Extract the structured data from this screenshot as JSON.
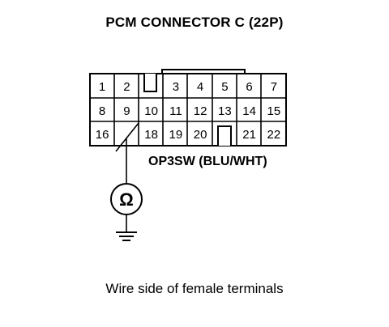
{
  "header": {
    "title": "PCM CONNECTOR C (22P)"
  },
  "connector": {
    "rows": [
      [
        "1",
        "2",
        "",
        "3",
        "4",
        "5",
        "6",
        "7"
      ],
      [
        "8",
        "9",
        "10",
        "11",
        "12",
        "13",
        "14",
        "15"
      ],
      [
        "16",
        "",
        "18",
        "19",
        "20",
        "",
        "21",
        "22"
      ]
    ]
  },
  "wire": {
    "label": "OP3SW (BLU/WHT)",
    "meter_symbol": "Ω"
  },
  "footer": {
    "caption": "Wire side of female terminals"
  }
}
